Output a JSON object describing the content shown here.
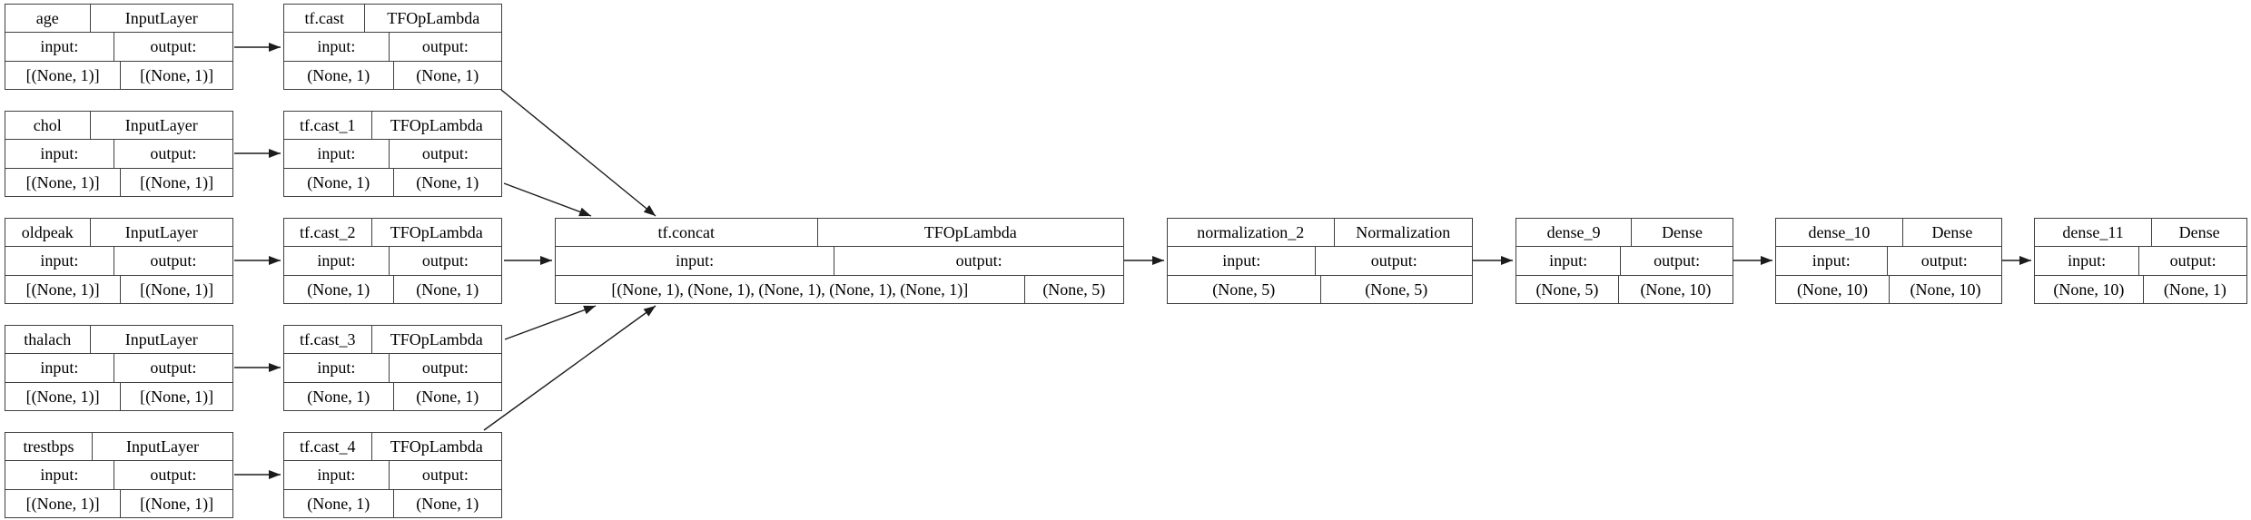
{
  "diagram": {
    "title": "keras-model-architecture-plot",
    "io_labels": {
      "input": "input:",
      "output": "output:"
    },
    "colors": {
      "background": "#ffffff",
      "node_fill": "#ffffff",
      "border": "#3f3f3f",
      "edge": "#1c1c1c"
    },
    "nodes": [
      {
        "id": "age",
        "name": "age",
        "type": "InputLayer",
        "input_label": "input:",
        "output_label": "output:",
        "input_shape": "[(None, 1)]",
        "output_shape": "[(None, 1)]"
      },
      {
        "id": "chol",
        "name": "chol",
        "type": "InputLayer",
        "input_label": "input:",
        "output_label": "output:",
        "input_shape": "[(None, 1)]",
        "output_shape": "[(None, 1)]"
      },
      {
        "id": "oldpeak",
        "name": "oldpeak",
        "type": "InputLayer",
        "input_label": "input:",
        "output_label": "output:",
        "input_shape": "[(None, 1)]",
        "output_shape": "[(None, 1)]"
      },
      {
        "id": "thalach",
        "name": "thalach",
        "type": "InputLayer",
        "input_label": "input:",
        "output_label": "output:",
        "input_shape": "[(None, 1)]",
        "output_shape": "[(None, 1)]"
      },
      {
        "id": "trestbps",
        "name": "trestbps",
        "type": "InputLayer",
        "input_label": "input:",
        "output_label": "output:",
        "input_shape": "[(None, 1)]",
        "output_shape": "[(None, 1)]"
      },
      {
        "id": "tf.cast",
        "name": "tf.cast",
        "type": "TFOpLambda",
        "input_label": "input:",
        "output_label": "output:",
        "input_shape": "(None, 1)",
        "output_shape": "(None, 1)"
      },
      {
        "id": "tf.cast_1",
        "name": "tf.cast_1",
        "type": "TFOpLambda",
        "input_label": "input:",
        "output_label": "output:",
        "input_shape": "(None, 1)",
        "output_shape": "(None, 1)"
      },
      {
        "id": "tf.cast_2",
        "name": "tf.cast_2",
        "type": "TFOpLambda",
        "input_label": "input:",
        "output_label": "output:",
        "input_shape": "(None, 1)",
        "output_shape": "(None, 1)"
      },
      {
        "id": "tf.cast_3",
        "name": "tf.cast_3",
        "type": "TFOpLambda",
        "input_label": "input:",
        "output_label": "output:",
        "input_shape": "(None, 1)",
        "output_shape": "(None, 1)"
      },
      {
        "id": "tf.cast_4",
        "name": "tf.cast_4",
        "type": "TFOpLambda",
        "input_label": "input:",
        "output_label": "output:",
        "input_shape": "(None, 1)",
        "output_shape": "(None, 1)"
      },
      {
        "id": "tf.concat",
        "name": "tf.concat",
        "type": "TFOpLambda",
        "input_label": "input:",
        "output_label": "output:",
        "input_shape": "[(None, 1), (None, 1), (None, 1), (None, 1), (None, 1)]",
        "output_shape": "(None, 5)"
      },
      {
        "id": "normalization_2",
        "name": "normalization_2",
        "type": "Normalization",
        "input_label": "input:",
        "output_label": "output:",
        "input_shape": "(None, 5)",
        "output_shape": "(None, 5)"
      },
      {
        "id": "dense_9",
        "name": "dense_9",
        "type": "Dense",
        "input_label": "input:",
        "output_label": "output:",
        "input_shape": "(None, 5)",
        "output_shape": "(None, 10)"
      },
      {
        "id": "dense_10",
        "name": "dense_10",
        "type": "Dense",
        "input_label": "input:",
        "output_label": "output:",
        "input_shape": "(None, 10)",
        "output_shape": "(None, 10)"
      },
      {
        "id": "dense_11",
        "name": "dense_11",
        "type": "Dense",
        "input_label": "input:",
        "output_label": "output:",
        "input_shape": "(None, 10)",
        "output_shape": "(None, 1)"
      }
    ],
    "edges": [
      {
        "from": "age",
        "to": "tf.cast"
      },
      {
        "from": "chol",
        "to": "tf.cast_1"
      },
      {
        "from": "oldpeak",
        "to": "tf.cast_2"
      },
      {
        "from": "thalach",
        "to": "tf.cast_3"
      },
      {
        "from": "trestbps",
        "to": "tf.cast_4"
      },
      {
        "from": "tf.cast",
        "to": "tf.concat"
      },
      {
        "from": "tf.cast_1",
        "to": "tf.concat"
      },
      {
        "from": "tf.cast_2",
        "to": "tf.concat"
      },
      {
        "from": "tf.cast_3",
        "to": "tf.concat"
      },
      {
        "from": "tf.cast_4",
        "to": "tf.concat"
      },
      {
        "from": "tf.concat",
        "to": "normalization_2"
      },
      {
        "from": "normalization_2",
        "to": "dense_9"
      },
      {
        "from": "dense_9",
        "to": "dense_10"
      },
      {
        "from": "dense_10",
        "to": "dense_11"
      }
    ]
  }
}
